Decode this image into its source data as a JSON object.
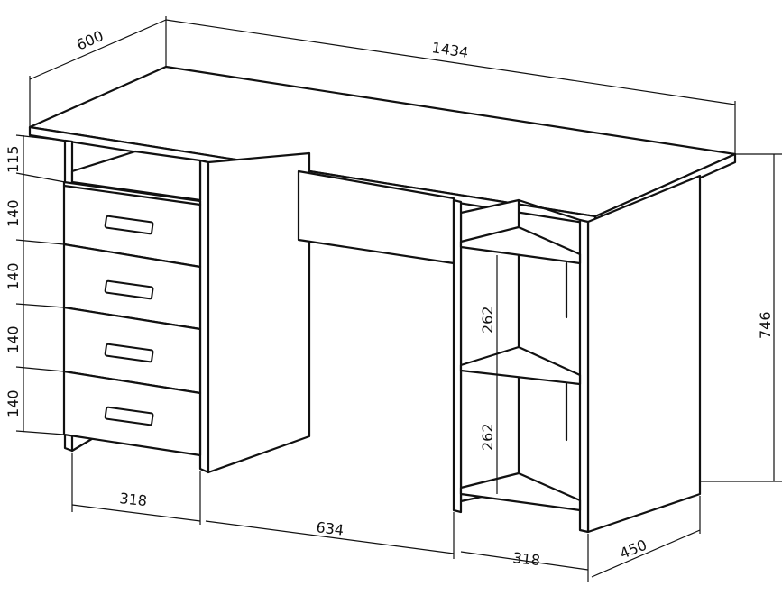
{
  "dimensions": {
    "depth": "600",
    "width": "1434",
    "height": "746",
    "top_gap": "115",
    "drawer_1": "140",
    "drawer_2": "140",
    "drawer_3": "140",
    "drawer_4": "140",
    "left_pedestal": "318",
    "knee_space": "634",
    "right_pedestal": "318",
    "pedestal_depth": "450",
    "shelf_upper": "262",
    "shelf_lower": "262"
  }
}
